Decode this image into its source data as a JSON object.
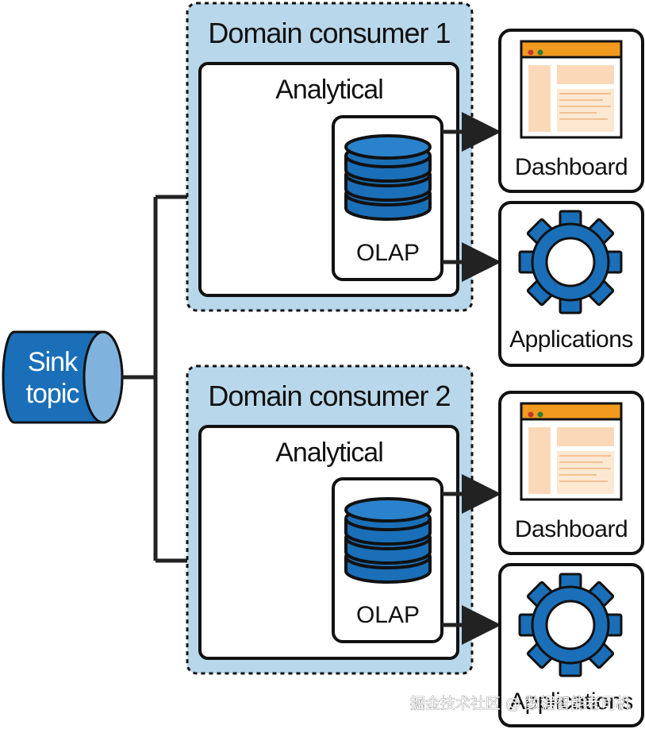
{
  "sink": {
    "line1": "Sink",
    "line2": "topic"
  },
  "consumers": [
    {
      "title": "Domain consumer 1",
      "section": "Analytical",
      "store": "OLAP",
      "outputs": [
        {
          "label": "Dashboard",
          "icon": "dashboard-icon"
        },
        {
          "label": "Applications",
          "icon": "gear-icon"
        }
      ]
    },
    {
      "title": "Domain consumer 2",
      "section": "Analytical",
      "store": "OLAP",
      "outputs": [
        {
          "label": "Dashboard",
          "icon": "dashboard-icon"
        },
        {
          "label": "Applications",
          "icon": "gear-icon"
        }
      ]
    }
  ],
  "watermark": "掘金技术社区 @ 数据智能老司机",
  "colors": {
    "consumer_bg": "#b9d7ea",
    "db_blue": "#1a6fb8",
    "db_dark": "#0b4f8c",
    "dashboard_orange": "#f29a1f",
    "dashboard_panel": "#fbd9b8",
    "line": "#222222"
  }
}
